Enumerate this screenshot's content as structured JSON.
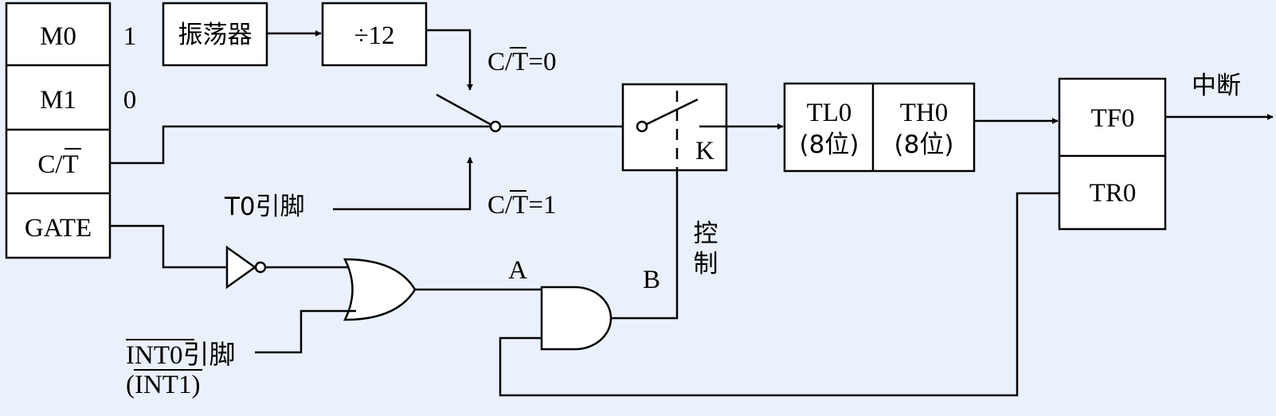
{
  "mode_register": {
    "m0": "M0",
    "m1": "M1",
    "ct": "C/T",
    "gate": "GATE",
    "m0_value": "1",
    "m1_value": "0"
  },
  "oscillator": "振荡器",
  "divider": "÷12",
  "switch_labels": {
    "ct0": "C/T=0",
    "ct1": "C/T=1",
    "t0_pin": "T0引脚"
  },
  "control_switch": {
    "k_label": "K",
    "control_label_1": "控",
    "control_label_2": "制"
  },
  "counter": {
    "tl0": "TL0",
    "tl0_bits": "(8位)",
    "th0": "TH0",
    "th0_bits": "(8位)"
  },
  "flags": {
    "tf0": "TF0",
    "tr0": "TR0",
    "interrupt": "中断"
  },
  "logic": {
    "node_a": "A",
    "node_b": "B",
    "int0_pin": "INT0引脚",
    "int1_paren": "(INT1)"
  }
}
